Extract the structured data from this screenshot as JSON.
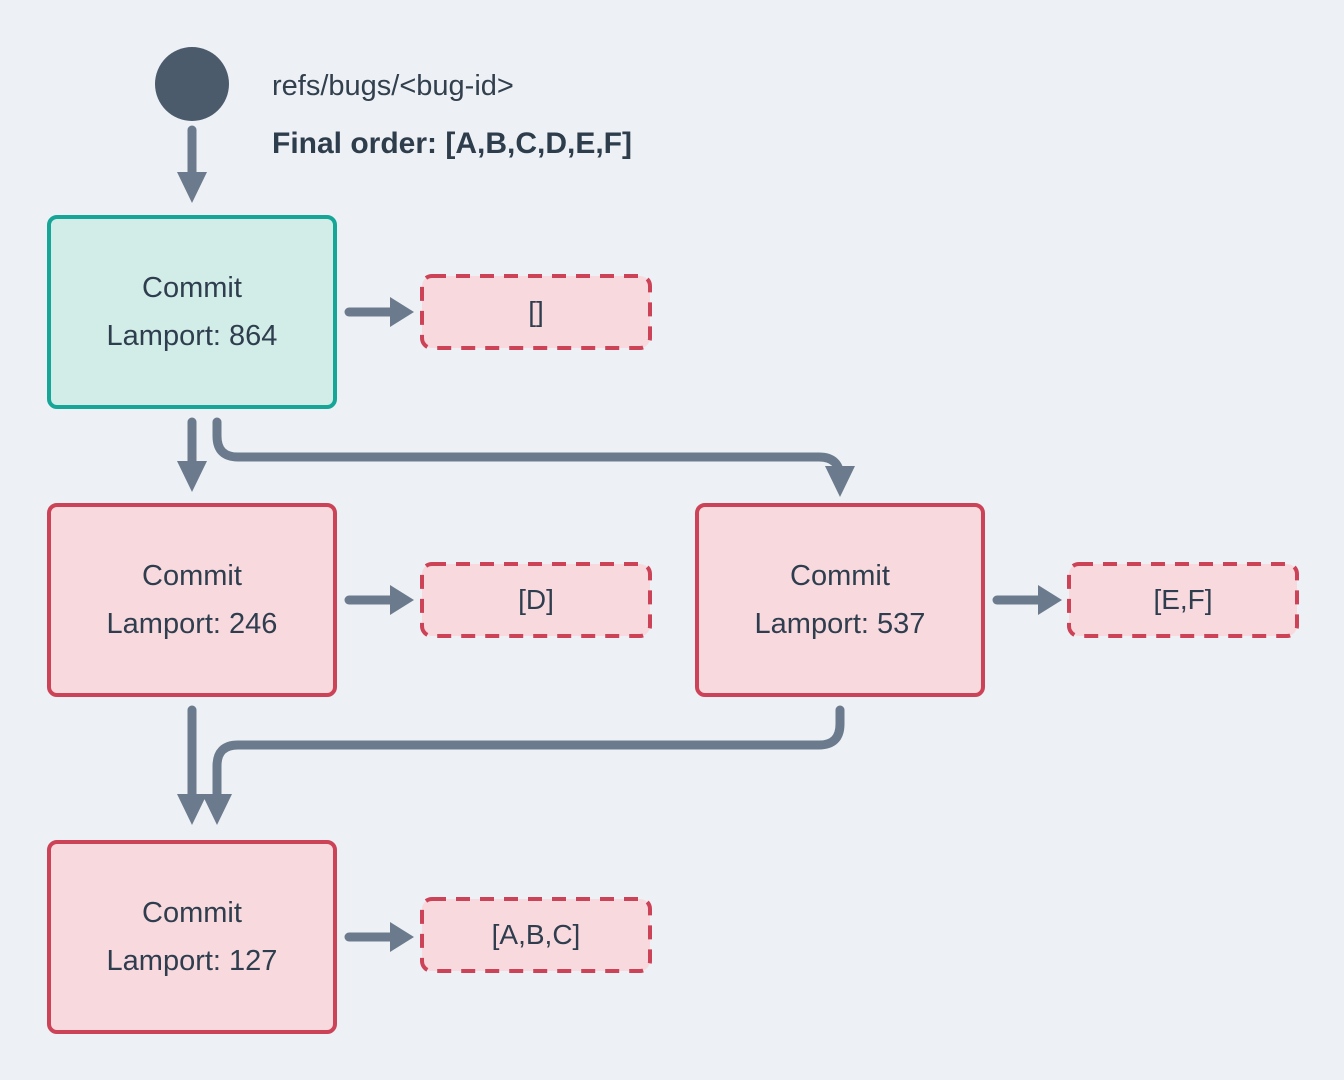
{
  "ref": {
    "label": "refs/bugs/<bug-id>",
    "final_order": "Final order: [A,B,C,D,E,F]"
  },
  "commits": [
    {
      "title": "Commit",
      "lamport": "Lamport: 864",
      "state": "head"
    },
    {
      "title": "Commit",
      "lamport": "Lamport: 246",
      "state": "normal"
    },
    {
      "title": "Commit",
      "lamport": "Lamport: 537",
      "state": "normal"
    },
    {
      "title": "Commit",
      "lamport": "Lamport: 127",
      "state": "normal"
    }
  ],
  "operations": [
    {
      "text": "[]"
    },
    {
      "text": "[D]"
    },
    {
      "text": "[E,F]"
    },
    {
      "text": "[A,B,C]"
    }
  ],
  "colors": {
    "background": "#edf1f5",
    "teal_border": "#16a698",
    "teal_fill": "#d2ece8",
    "red_border": "#cc4257",
    "pink_fill": "#f8d9de",
    "arrow": "#6b7b8d",
    "text": "#2f3e4e",
    "ref_dot": "#4b5b6b"
  }
}
